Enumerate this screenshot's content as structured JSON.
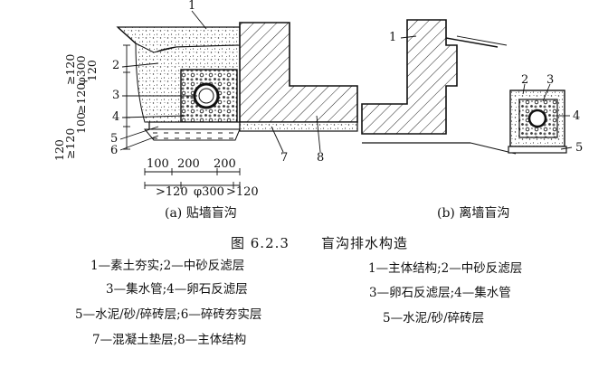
{
  "figure": {
    "number": "图 6.2.3",
    "title": "盲沟排水构造"
  },
  "panel_a": {
    "caption": "(a) 贴墙盲沟",
    "callouts": [
      "1",
      "2",
      "3",
      "4",
      "5",
      "6",
      "7",
      "8"
    ],
    "vertical_dims": [
      "120",
      "≥120",
      "100",
      "≥120",
      "φ300",
      "≥120",
      "120"
    ],
    "dims_row1": [
      "100",
      "200",
      "200"
    ],
    "dims_row2": [
      ">120",
      "φ300",
      ">120"
    ]
  },
  "panel_b": {
    "caption": "(b) 离墙盲沟",
    "callouts": [
      "1",
      "2",
      "3",
      "4",
      "5"
    ]
  },
  "legend_left": [
    "1—素土夯实;2—中砂反滤层",
    "3—集水管;4—卵石反滤层",
    "5—水泥/砂/碎砖层;6—碎砖夯实层",
    "7—混凝土垫层;8—主体结构"
  ],
  "legend_right": [
    "1—主体结构;2—中砂反滤层",
    "3—卵石反滤层;4—集水管",
    "5—水泥/砂/碎砖层"
  ]
}
